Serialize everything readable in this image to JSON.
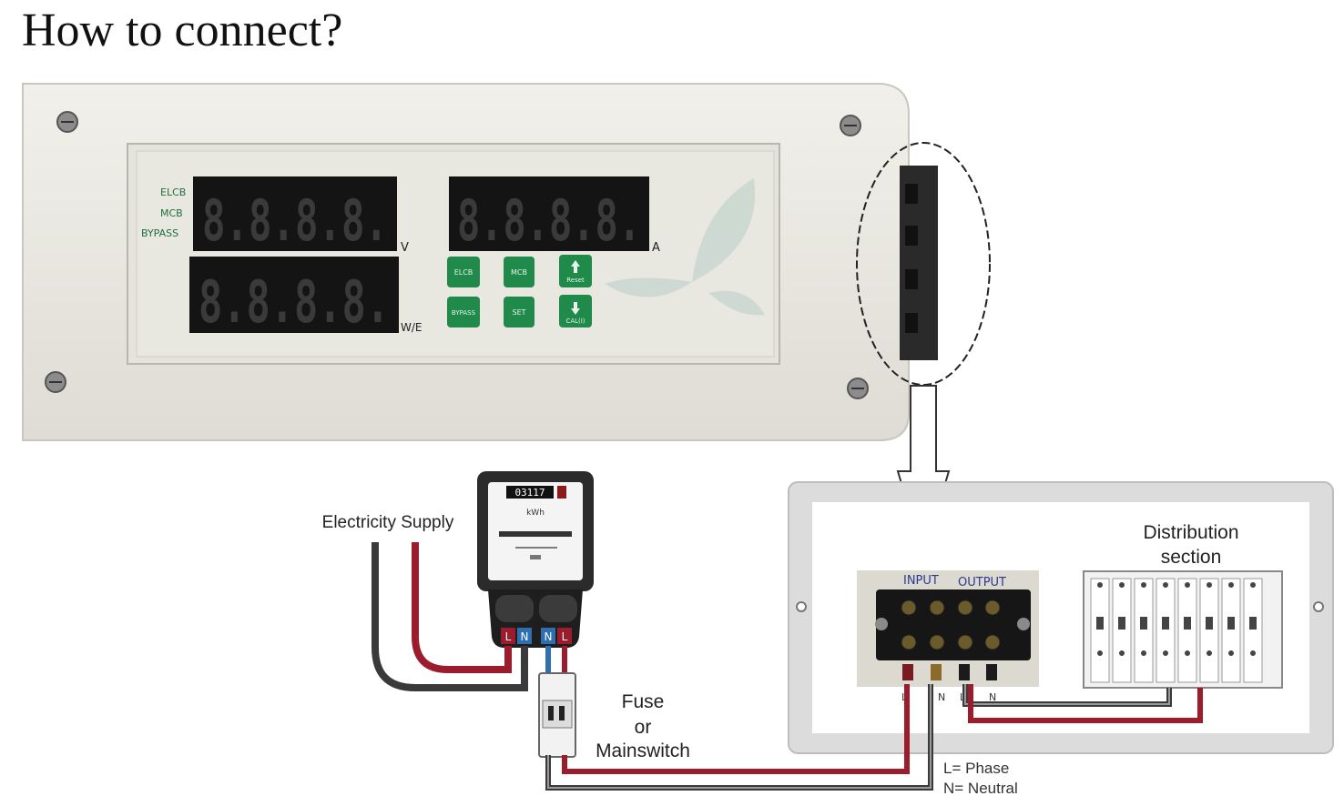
{
  "title": "How to connect?",
  "controller": {
    "indicators": [
      "ELCB",
      "MCB",
      "BYPASS"
    ],
    "display_digits": "8.8.8.8.",
    "units": {
      "voltage": "V",
      "current": "A",
      "power": "W/E"
    },
    "buttons": {
      "elcb": "ELCB",
      "mcb": "MCB",
      "reset": "Reset",
      "bypass": "BYPASS",
      "set": "SET",
      "cal": "CAL(I)"
    }
  },
  "meter": {
    "reading": "03117",
    "unit": "kWh",
    "terminals": [
      "L",
      "N",
      "N",
      "L"
    ]
  },
  "labels": {
    "supply": "Electricity Supply",
    "fuse_line1": "Fuse",
    "fuse_line2": "or",
    "fuse_line3": "Mainswitch",
    "distribution_line1": "Distribution",
    "distribution_line2": "section",
    "terminal_input": "INPUT",
    "terminal_output": "OUTPUT",
    "terminal_L1": "L",
    "terminal_N1": "N",
    "terminal_L2": "L",
    "terminal_N2": "N",
    "legend_phase": "L= Phase",
    "legend_neutral": "N= Neutral"
  },
  "colors": {
    "panel": "#e9e8e2",
    "display_bg": "#141414",
    "button_green": "#1f8a4a",
    "wire_red": "#9b1c2c",
    "wire_black": "#3a3a3a",
    "wire_blue": "#2f6fb0"
  }
}
